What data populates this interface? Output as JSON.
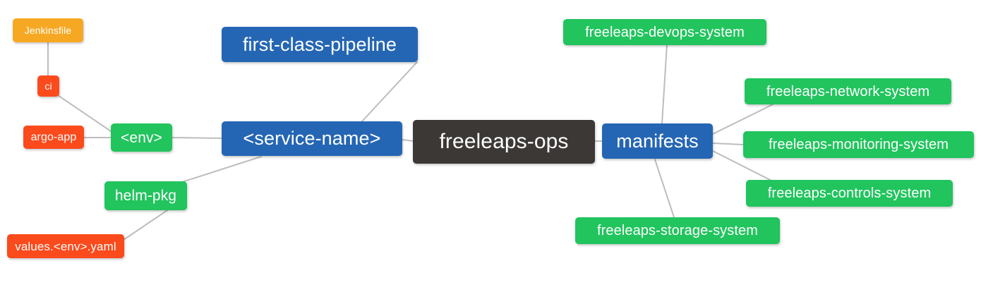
{
  "diagram": {
    "type": "mindmap",
    "title": "freeleaps-ops",
    "background": "#ffffff",
    "edge_color": "#bdbdbd",
    "palette": {
      "root": "#3c3836",
      "blue": "#2566b4",
      "green": "#21c45d",
      "red": "#fb4a1c",
      "orange": "#f7a823",
      "text": "#ffffff"
    }
  },
  "nodes": {
    "root": {
      "label": "freeleaps-ops",
      "color": "#3c3836"
    },
    "service_name": {
      "label": "<service-name>",
      "color": "#2566b4"
    },
    "first_class_pipeline": {
      "label": "first-class-pipeline",
      "color": "#2566b4"
    },
    "manifests": {
      "label": "manifests",
      "color": "#2566b4"
    },
    "env": {
      "label": "<env>",
      "color": "#21c45d"
    },
    "helm_pkg": {
      "label": "helm-pkg",
      "color": "#21c45d"
    },
    "ci": {
      "label": "ci",
      "color": "#fb4a1c"
    },
    "argo_app": {
      "label": "argo-app",
      "color": "#fb4a1c"
    },
    "values_yaml": {
      "label": "values.<env>.yaml",
      "color": "#fb4a1c"
    },
    "jenkinsfile": {
      "label": "Jenkinsfile",
      "color": "#f7a823"
    },
    "devops_system": {
      "label": "freeleaps-devops-system",
      "color": "#21c45d"
    },
    "network_system": {
      "label": "freeleaps-network-system",
      "color": "#21c45d"
    },
    "monitoring_system": {
      "label": "freeleaps-monitoring-system",
      "color": "#21c45d"
    },
    "controls_system": {
      "label": "freeleaps-controls-system",
      "color": "#21c45d"
    },
    "storage_system": {
      "label": "freeleaps-storage-system",
      "color": "#21c45d"
    }
  },
  "edges": [
    {
      "from": "root",
      "to": "service_name"
    },
    {
      "from": "root",
      "to": "manifests"
    },
    {
      "from": "service_name",
      "to": "first_class_pipeline"
    },
    {
      "from": "service_name",
      "to": "env"
    },
    {
      "from": "service_name",
      "to": "helm_pkg"
    },
    {
      "from": "env",
      "to": "ci"
    },
    {
      "from": "env",
      "to": "argo_app"
    },
    {
      "from": "ci",
      "to": "jenkinsfile"
    },
    {
      "from": "helm_pkg",
      "to": "values_yaml"
    },
    {
      "from": "manifests",
      "to": "devops_system"
    },
    {
      "from": "manifests",
      "to": "network_system"
    },
    {
      "from": "manifests",
      "to": "monitoring_system"
    },
    {
      "from": "manifests",
      "to": "controls_system"
    },
    {
      "from": "manifests",
      "to": "storage_system"
    }
  ]
}
